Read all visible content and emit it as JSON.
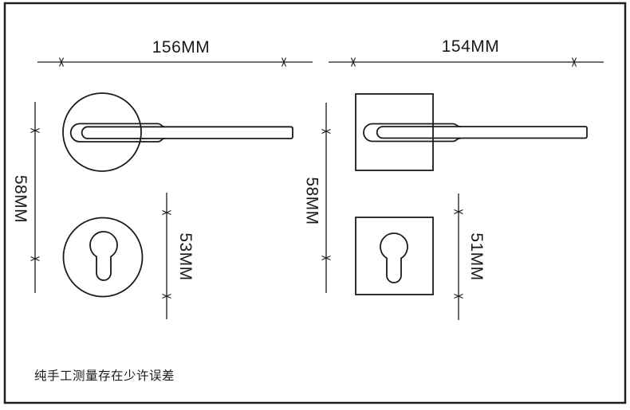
{
  "colors": {
    "line": "#1a1a1a",
    "background": "#ffffff"
  },
  "left_drawing": {
    "type": "lever-handle-round-rosette",
    "width_label": "156MM",
    "center_distance_label": "58MM",
    "escutcheon_label": "53MM"
  },
  "right_drawing": {
    "type": "lever-handle-square-rosette",
    "width_label": "154MM",
    "center_distance_label": "58MM",
    "escutcheon_label": "51MM"
  },
  "footnote": "纯手工测量存在少许误差"
}
